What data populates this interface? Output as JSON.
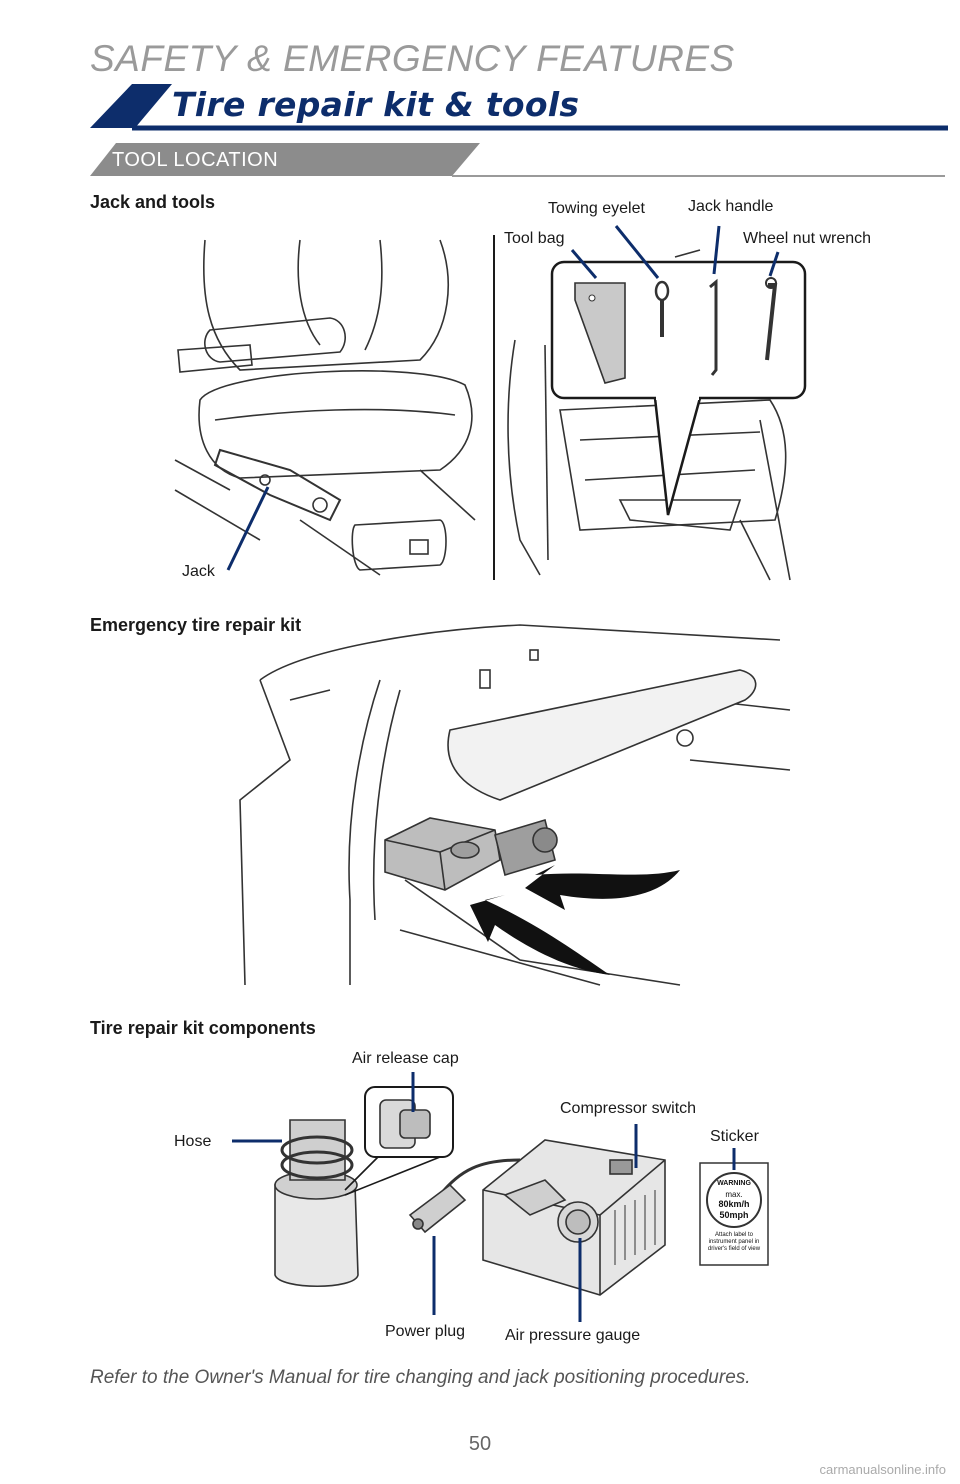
{
  "header": {
    "section_title": "SAFETY & EMERGENCY FEATURES",
    "page_title": "Tire repair kit & tools",
    "subsection": "TOOL LOCATION"
  },
  "jack_tools": {
    "heading": "Jack and tools",
    "jack": "Jack",
    "tool_bag": "Tool bag",
    "towing_eyelet": "Towing eyelet",
    "jack_handle": "Jack handle",
    "wheel_nut_wrench": "Wheel nut wrench"
  },
  "repair_kit": {
    "heading": "Emergency tire repair kit"
  },
  "components": {
    "heading": "Tire repair kit components",
    "air_release_cap": "Air release cap",
    "hose": "Hose",
    "compressor_switch": "Compressor switch",
    "sticker": "Sticker",
    "power_plug": "Power plug",
    "air_pressure_gauge": "Air pressure gauge",
    "sticker_warning": "WARNING",
    "sticker_max": "max.",
    "sticker_kmh": "80km/h",
    "sticker_mph": "50mph",
    "sticker_note": "Attach label to instrument panel in driver's field of view"
  },
  "footer": {
    "note": "Refer to the Owner's Manual for tire changing and jack positioning procedures.",
    "page_number": "50",
    "watermark": "carmanualsonline.info"
  },
  "colors": {
    "brand_navy": "#0d2d6b",
    "band_gray": "#8c8c8c"
  }
}
